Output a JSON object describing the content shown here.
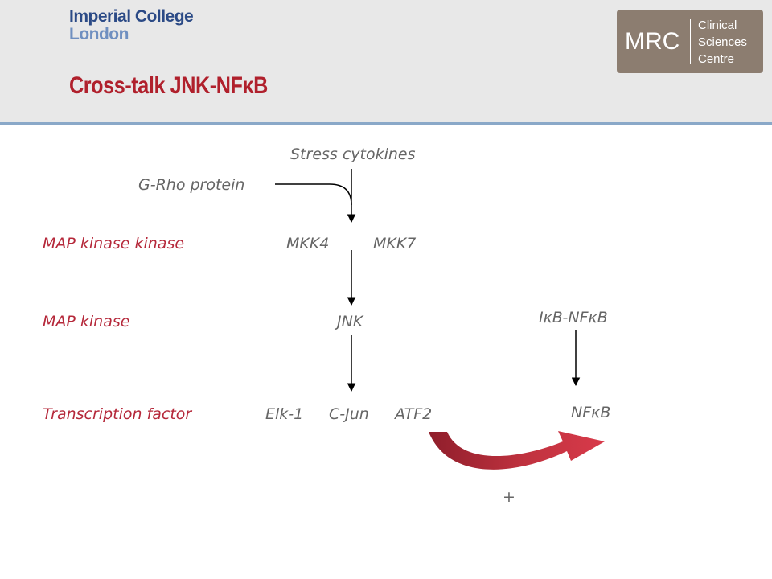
{
  "header": {
    "logo_line1": "Imperial College",
    "logo_line2": "London",
    "mrc_main": "MRC",
    "mrc_sub": [
      "Clinical",
      "Sciences",
      "Centre"
    ],
    "title": "Cross-talk JNK-NFκB"
  },
  "levels": {
    "mapkkk": "MAP kinase kinase",
    "mapk": "MAP kinase",
    "tf": "Transcription factor"
  },
  "nodes": {
    "stress": "Stress cytokines",
    "grho": "G-Rho protein",
    "mkk4": "MKK4",
    "mkk7": "MKK7",
    "jnk": "JNK",
    "ikb": "IκB-NFκB",
    "elk1": "Elk-1",
    "cjun": "C-Jun",
    "atf2": "ATF2",
    "nfkb": "NFκB"
  },
  "effect_sign": "+",
  "colors": {
    "title": "#b0202c",
    "level_text": "#b5283a",
    "node_text": "#666666",
    "header_bg": "#e8e8e8",
    "header_rule": "#8aa8c8",
    "mrc_bg": "#8c7d70",
    "curved_arrow": "#c0323f"
  }
}
